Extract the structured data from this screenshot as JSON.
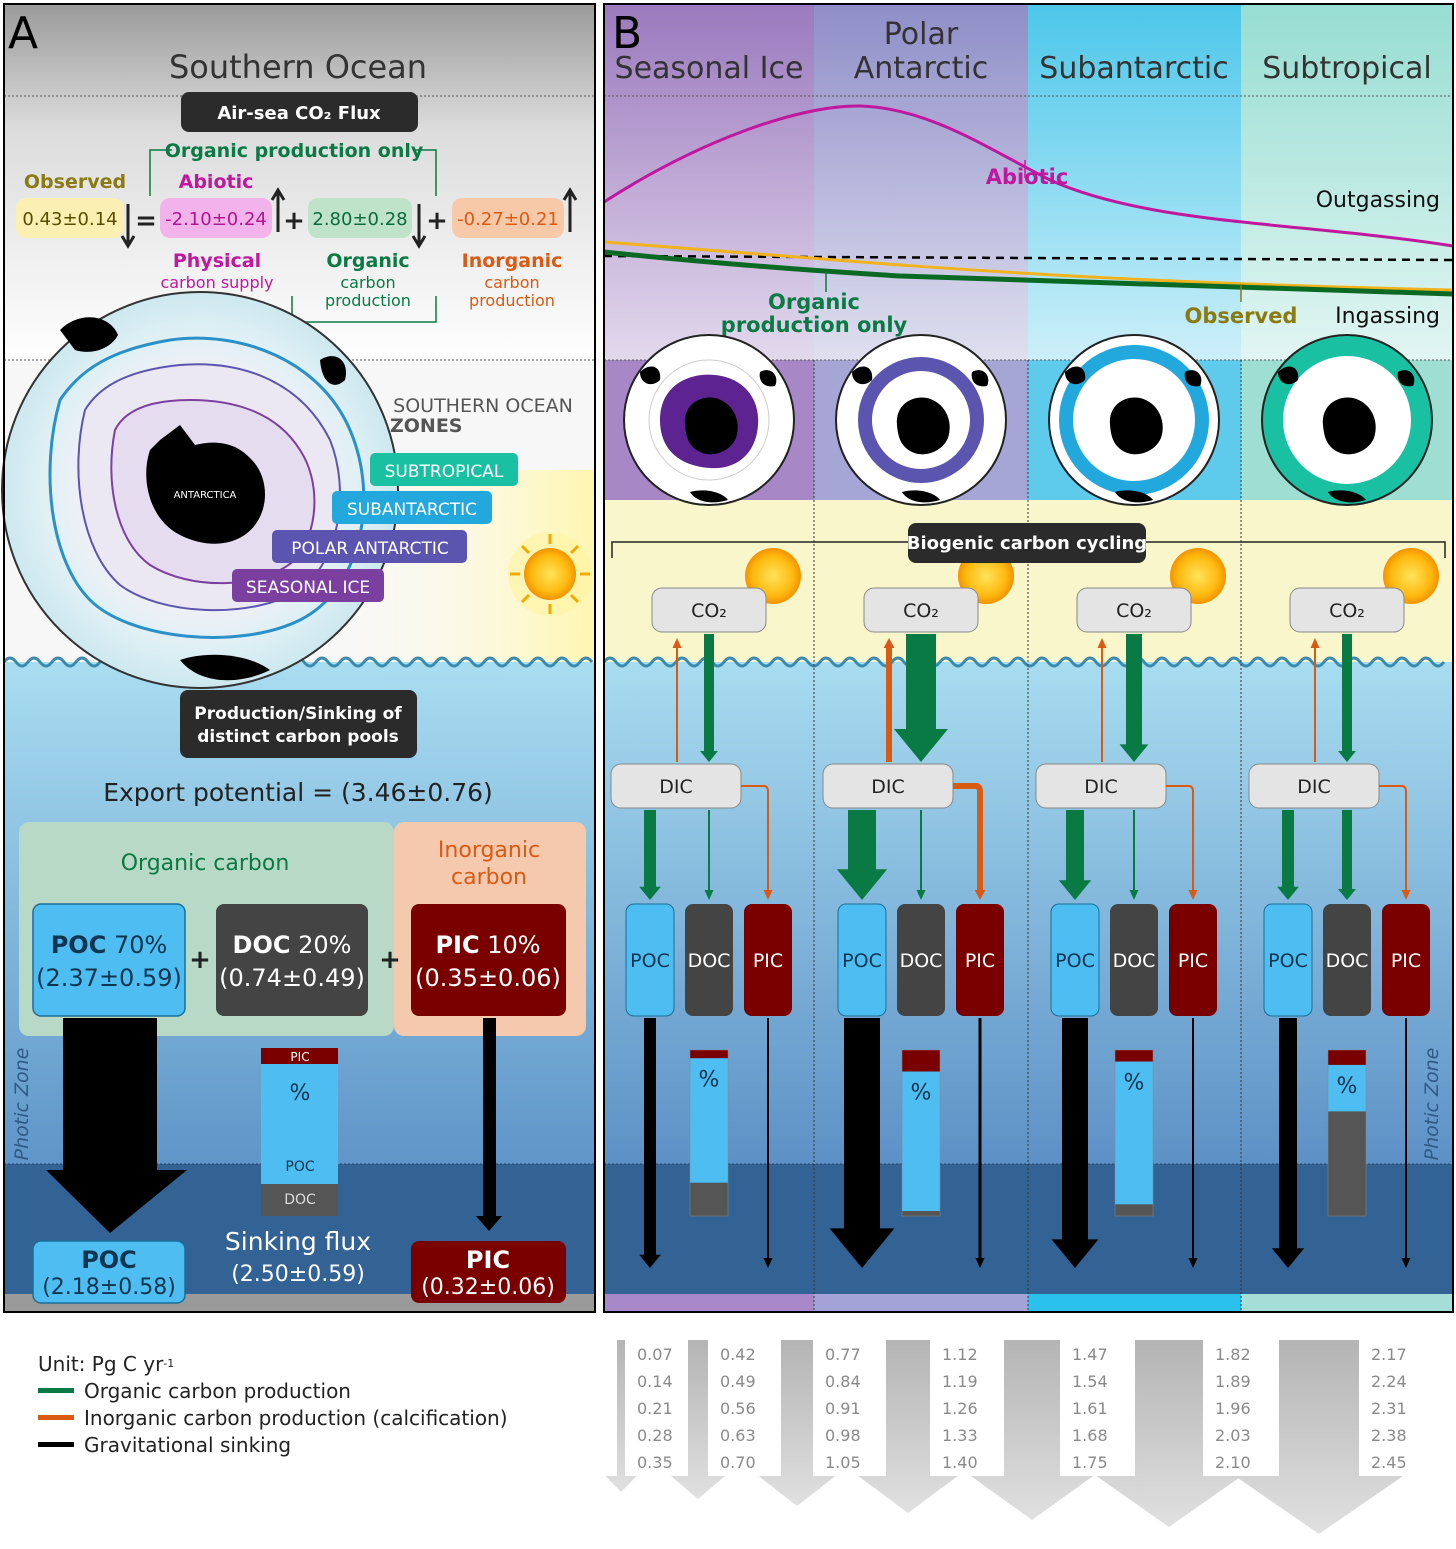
{
  "panel_a": {
    "letter": "A",
    "title": "Southern Ocean",
    "airsea_flux": "Air-sea CO₂ Flux",
    "organic_only": "Organic production only",
    "observed_label": "Observed",
    "observed_value": "0.43±0.14",
    "eq": "=",
    "plus": "+",
    "abiotic_label": "Abiotic",
    "abiotic_value": "-2.10±0.24",
    "organic_value": "2.80±0.28",
    "inorganic_value": "-0.27±0.21",
    "physical_1": "Physical",
    "physical_2": "carbon supply",
    "organic_1": "Organic",
    "organic_2": "carbon",
    "organic_3": "production",
    "inorganic_1": "Inorganic",
    "inorganic_2": "carbon",
    "inorganic_3": "production",
    "zones_1": "SOUTHERN OCEAN",
    "zones_2": "ZONES",
    "antarctica": "ANTARCTICA",
    "zone_tags": [
      "SUBTROPICAL",
      "SUBANTARCTIC",
      "POLAR ANTARCTIC",
      "SEASONAL ICE"
    ],
    "production_1": "Production/Sinking of",
    "production_2": "distinct carbon pools",
    "export": "Export potential = (3.46±0.76)",
    "organic_carbon": "Organic carbon",
    "inorganic_carbon_1": "Inorganic",
    "inorganic_carbon_2": "carbon",
    "poc_name": "POC",
    "poc_pct": " 70%",
    "poc_val": "(2.37±0.59)",
    "doc_name": "DOC",
    "doc_pct": " 20%",
    "doc_val": "(0.74±0.49)",
    "pic_name": "PIC",
    "pic_pct": " 10%",
    "pic_val": "(0.35±0.06)",
    "bar_pic": "PIC",
    "bar_pct": "%",
    "bar_poc": "POC",
    "bar_doc": "DOC",
    "photic": "Photic Zone",
    "sinking_1": "Sinking flux",
    "sinking_2": "(2.50±0.59)",
    "poc_out_name": "POC",
    "poc_out_val": "(2.18±0.58)",
    "pic_out_name": "PIC",
    "pic_out_val": "(0.32±0.06)"
  },
  "panel_b": {
    "letter": "B",
    "zones": [
      {
        "line1": "",
        "line2": "Seasonal Ice"
      },
      {
        "line1": "Polar",
        "line2": "Antarctic"
      },
      {
        "line1": "",
        "line2": "Subantarctic"
      },
      {
        "line1": "",
        "line2": "Subtropical"
      }
    ],
    "abiotic": "Abiotic",
    "outgassing": "Outgassing",
    "organic_1": "Organic",
    "organic_2": "production only",
    "observed": "Observed",
    "ingassing": "Ingassing",
    "biogenic": "Biogenic carbon cycling",
    "co2": "CO₂",
    "dic": "DIC",
    "poc": "POC",
    "doc": "DOC",
    "pic": "PIC",
    "pct": "%",
    "photic": "Photic Zone"
  },
  "legend": {
    "unit": "Unit: Pg C yr",
    "unit_sup": "-1",
    "items": [
      {
        "label": "Organic carbon production",
        "color": "#0a7a44"
      },
      {
        "label": "Inorganic carbon production (calcification)",
        "color": "#d95a12"
      },
      {
        "label": "Gravitational sinking",
        "color": "#000000"
      }
    ]
  },
  "scale": [
    [
      "0.07",
      "0.14",
      "0.21",
      "0.28",
      "0.35"
    ],
    [
      "0.42",
      "0.49",
      "0.56",
      "0.63",
      "0.70"
    ],
    [
      "0.77",
      "0.84",
      "0.91",
      "0.98",
      "1.05"
    ],
    [
      "1.12",
      "1.19",
      "1.26",
      "1.33",
      "1.40"
    ],
    [
      "1.47",
      "1.54",
      "1.61",
      "1.68",
      "1.75"
    ],
    [
      "1.82",
      "1.89",
      "1.96",
      "2.03",
      "2.10"
    ],
    [
      "2.17",
      "2.24",
      "2.31",
      "2.38",
      "2.45"
    ]
  ],
  "colors": {
    "organic": "#0a7a44",
    "inorganic": "#d95a12",
    "abiotic": "#c0179f",
    "observed": "#8a7a12",
    "poc": "#4dbdf2",
    "doc": "#444444",
    "pic": "#7a0000",
    "seasonal_ice": "#7b3fa0",
    "polar_antarctic": "#5c55b0",
    "subantarctic": "#22a8dc",
    "subtropical": "#19c1a2"
  }
}
